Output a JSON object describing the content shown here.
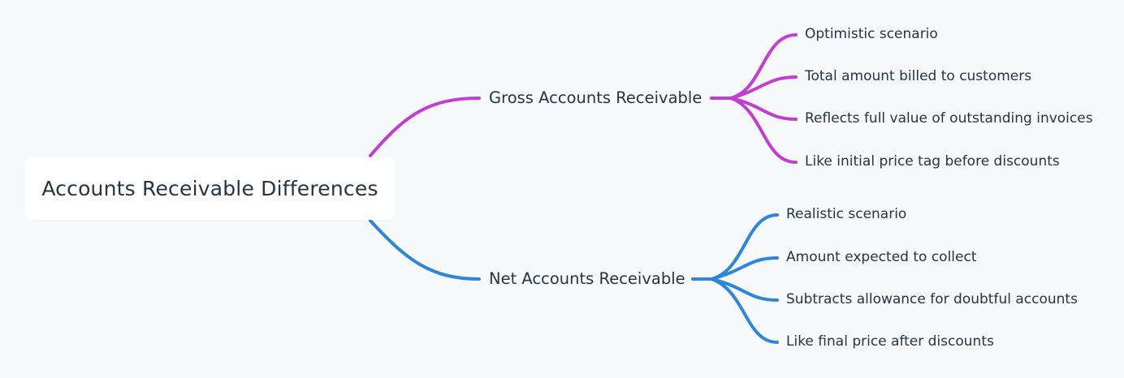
{
  "root": {
    "label": "Accounts Receivable Differences"
  },
  "branches": [
    {
      "label": "Gross Accounts Receivable",
      "color": "#c03fd1",
      "leaves": [
        "Optimistic scenario",
        "Total amount billed to customers",
        "Reflects full value of outstanding invoices",
        "Like initial price tag before discounts"
      ]
    },
    {
      "label": "Net Accounts Receivable",
      "color": "#2f86d6",
      "leaves": [
        "Realistic scenario",
        "Amount expected to collect",
        "Subtracts allowance for doubtful accounts",
        "Like final price after discounts"
      ]
    }
  ]
}
